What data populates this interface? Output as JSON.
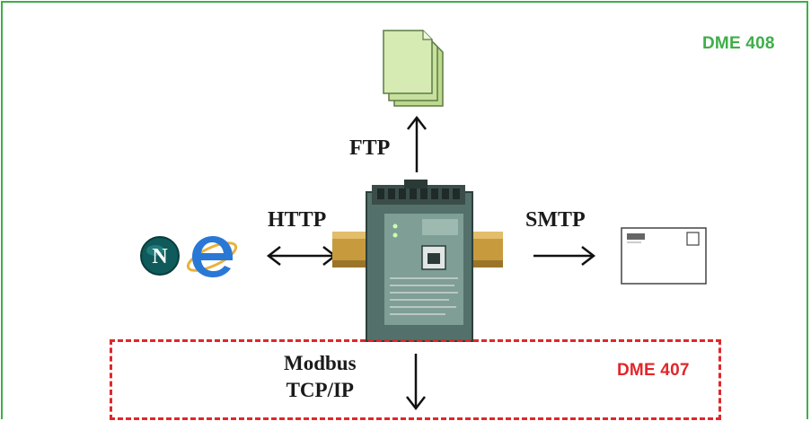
{
  "labels": {
    "top_tag": "DME 408",
    "bottom_tag": "DME 407",
    "ftp": "FTP",
    "http": "HTTP",
    "smtp": "SMTP",
    "modbus_line1": "Modbus",
    "modbus_line2": "TCP/IP"
  },
  "colors": {
    "frame": "#3fae4a",
    "top_tag": "#3fae4a",
    "dashed_box": "#e1262a",
    "bottom_tag": "#e1262a",
    "file_icon": "#cfe6a8",
    "device_body": "#4e6a60"
  },
  "icons": [
    "file-stack-icon",
    "netscape-icon",
    "internet-explorer-icon",
    "envelope-icon",
    "din-rail-device"
  ]
}
